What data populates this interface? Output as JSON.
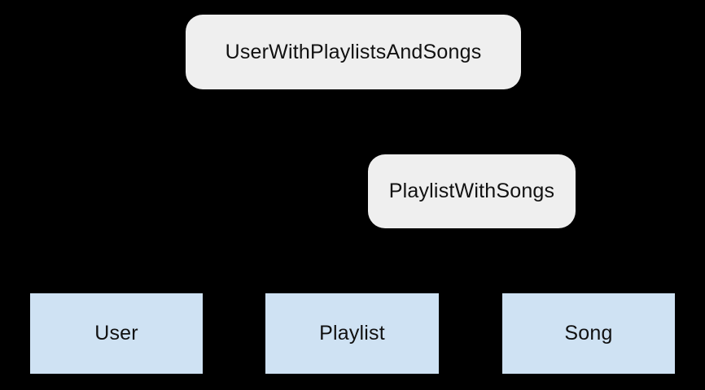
{
  "diagram": {
    "type": "entity-relationship",
    "colors": {
      "background": "#000000",
      "relation_fill": "#efefef",
      "entity_fill": "#cfe2f3",
      "text": "#111111"
    },
    "nodes": {
      "user_with_playlists_and_songs": {
        "label": "UserWithPlaylistsAndSongs",
        "kind": "relation"
      },
      "playlist_with_songs": {
        "label": "PlaylistWithSongs",
        "kind": "relation"
      },
      "user": {
        "label": "User",
        "kind": "entity"
      },
      "playlist": {
        "label": "Playlist",
        "kind": "entity"
      },
      "song": {
        "label": "Song",
        "kind": "entity"
      }
    }
  }
}
